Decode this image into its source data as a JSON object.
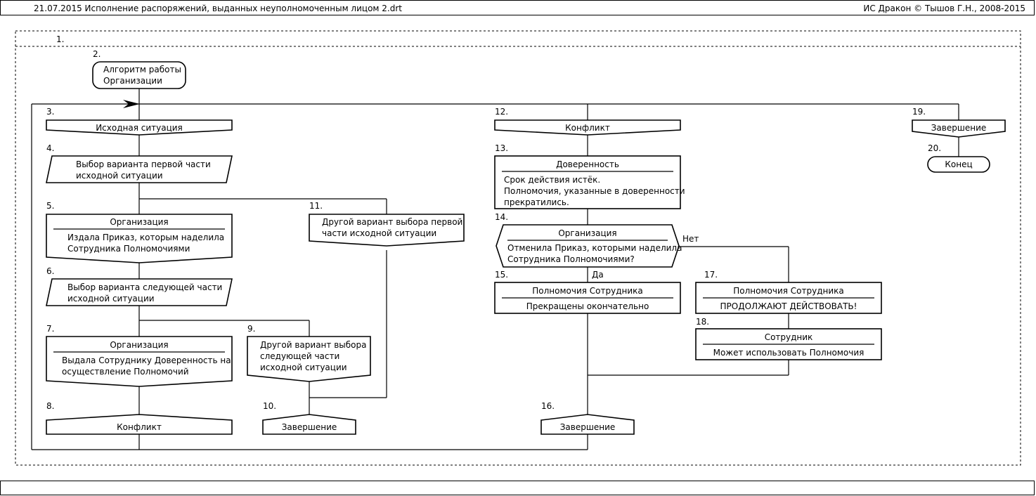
{
  "header": {
    "left": "21.07.2015  Исполнение распоряжений, выданных неуполномоченным лицом 2.drt",
    "right": "ИС Дракон © Тышов Г.Н., 2008-2015"
  },
  "diagram": {
    "silhouette_label": "1.",
    "nodes": {
      "n2": {
        "num": "2.",
        "lines": [
          "Алгоритм работы",
          "Организации"
        ]
      },
      "n3": {
        "num": "3.",
        "text": "Исходная ситуация"
      },
      "n4": {
        "num": "4.",
        "lines": [
          "Выбор варианта первой части",
          "исходной ситуации"
        ]
      },
      "n5": {
        "num": "5.",
        "title": "Организация",
        "lines": [
          "Издала Приказ, которым наделила",
          "Сотрудника Полномочиями"
        ]
      },
      "n6": {
        "num": "6.",
        "lines": [
          "Выбор варианта следующей части",
          "исходной ситуации"
        ]
      },
      "n7": {
        "num": "7.",
        "title": "Организация",
        "lines": [
          "Выдала Сотруднику Доверенность на",
          "осуществление Полномочий"
        ]
      },
      "n8": {
        "num": "8.",
        "text": "Конфликт"
      },
      "n9": {
        "num": "9.",
        "lines": [
          "Другой вариант выбора",
          "следующей части",
          "исходной ситуации"
        ]
      },
      "n10": {
        "num": "10.",
        "text": "Завершение"
      },
      "n11": {
        "num": "11.",
        "lines": [
          "Другой вариант выбора первой",
          "части исходной ситуации"
        ]
      },
      "n12": {
        "num": "12.",
        "text": "Конфликт"
      },
      "n13": {
        "num": "13.",
        "title": "Доверенность",
        "lines": [
          "Срок действия истёк.",
          "Полномочия, указанные в доверенности",
          "прекратились."
        ]
      },
      "n14": {
        "num": "14.",
        "title": "Организация",
        "lines": [
          "Отменила Приказ, которыми наделила",
          "Сотрудника Полномочиями?"
        ],
        "yes": "Да",
        "no": "Нет"
      },
      "n15": {
        "num": "15.",
        "title": "Полномочия Сотрудника",
        "lines": [
          "Прекращены окончательно"
        ]
      },
      "n16": {
        "num": "16.",
        "text": "Завершение"
      },
      "n17": {
        "num": "17.",
        "title": "Полномочия Сотрудника",
        "lines": [
          "ПРОДОЛЖАЮТ ДЕЙСТВОВАТЬ!"
        ]
      },
      "n18": {
        "num": "18.",
        "title": "Сотрудник",
        "lines": [
          "Может использовать Полномочия"
        ]
      },
      "n19": {
        "num": "19.",
        "text": "Завершение"
      },
      "n20": {
        "num": "20.",
        "text": "Конец"
      }
    }
  }
}
